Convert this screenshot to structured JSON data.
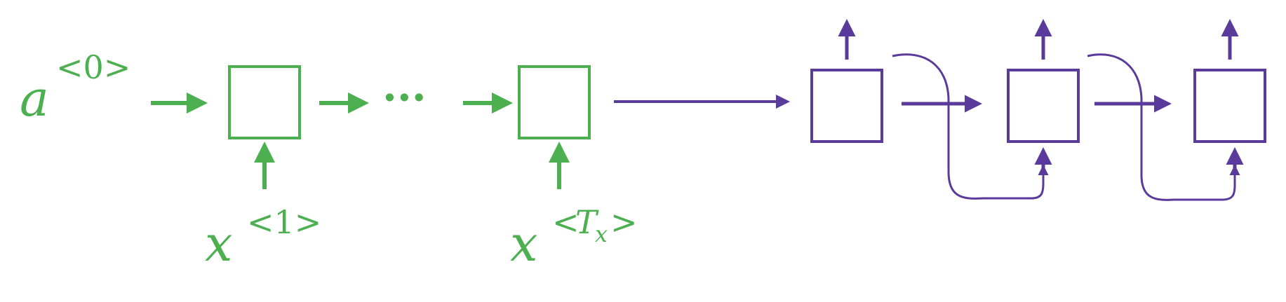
{
  "colors": {
    "encoder": "#4caf50",
    "decoder": "#5a3a9a",
    "background": "#ffffff"
  },
  "labels": {
    "initial_activation": {
      "base": "a",
      "superscript": "<0>"
    },
    "input_first": {
      "base": "x",
      "superscript": "<1>"
    },
    "input_last": {
      "base": "x",
      "superscript_pre": "<",
      "superscript_sym": "T",
      "superscript_sub": "x",
      "superscript_post": ">"
    },
    "ellipsis": "···"
  },
  "encoder": {
    "cell_count_shown": 2
  },
  "decoder": {
    "cell_count_shown": 3
  }
}
